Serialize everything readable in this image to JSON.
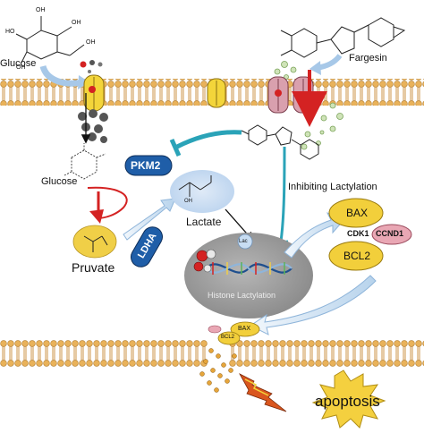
{
  "labels": {
    "glucose_top": "Glucose",
    "fargesin": "Fargesin",
    "glucose_mid": "Glucose",
    "pkm2": "PKM2",
    "lactate": "Lactate",
    "pruvate": "Pruvate",
    "ldha": "LDHA",
    "inhibiting": "Inhibiting Lactylation",
    "bax": "BAX",
    "cdk1": "CDK1",
    "ccnd1": "CCND1",
    "bcl2": "BCL2",
    "lac": "Lac",
    "histone": "Histone Lactylation",
    "bax_small": "BAX",
    "bcl2_small": "BCL2",
    "apoptosis": "apoptosis",
    "oh_1": "OH",
    "oh_2": "OH",
    "oh_3": "HO",
    "oh_4": "OH",
    "oh_5": "OH",
    "lac_oh": "OH"
  },
  "colors": {
    "membrane_head": "#e9b25a",
    "membrane_tail": "#c98a35",
    "pkm2_fill": "#1f5ea8",
    "ldha_fill": "#1f5ea8",
    "teal_arrow": "#2aa3b8",
    "red_arrow": "#d42222",
    "bax_fill": "#f2cf3b",
    "lactate_blob": "#c9def2",
    "nucleus": "#9a9a9a",
    "apoptosis_burst": "#f4d03f"
  }
}
